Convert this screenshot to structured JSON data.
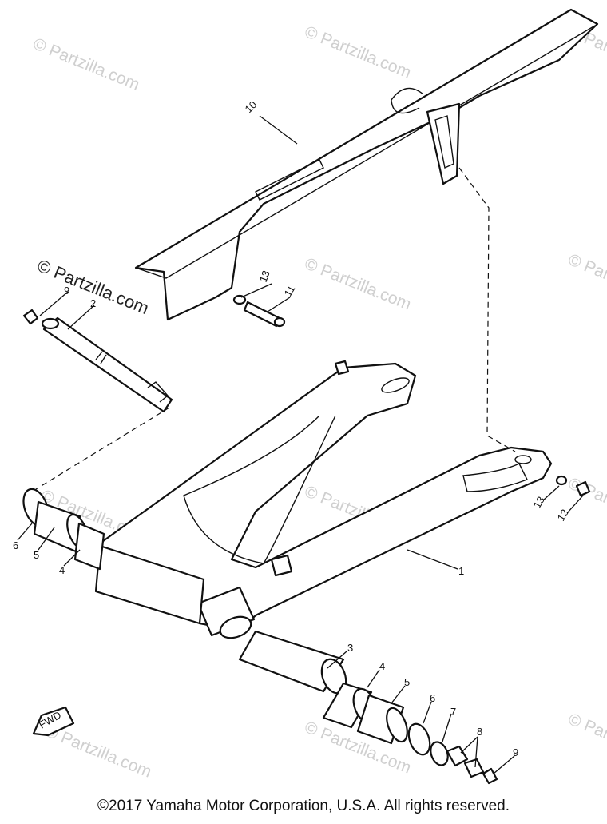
{
  "watermark": {
    "text": "© Partzilla.com"
  },
  "callouts": {
    "swingarm": "1",
    "pivot_shaft": "2",
    "collar": "3",
    "bushing": "4",
    "thrust_cover": "5",
    "shim": "6",
    "washer": "7",
    "nut": "8",
    "bolt": "9",
    "chain_case": "10",
    "bolt_chain_case": "11",
    "bolt_bracket": "12",
    "washer_plain": "13"
  },
  "fwd_label": "FWD",
  "copyright": "©2017 Yamaha Motor Corporation, U.S.A. All rights reserved."
}
